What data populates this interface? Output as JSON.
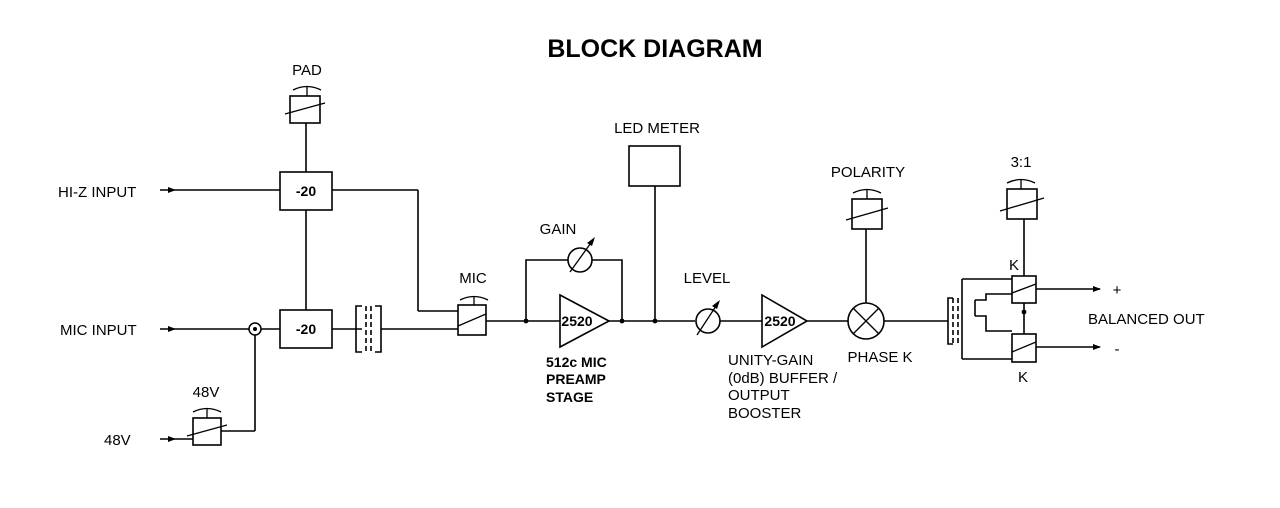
{
  "title": "BLOCK DIAGRAM",
  "inputs": {
    "hi_z": "HI-Z INPUT",
    "mic": "MIC INPUT",
    "phantom": "48V"
  },
  "switches": {
    "pad": "PAD",
    "phantom": "48V",
    "mic": "MIC",
    "polarity": "POLARITY",
    "ratio": "3:1"
  },
  "pads": {
    "hi_z_pad": "-20",
    "mic_pad": "-20"
  },
  "meter": "LED METER",
  "gain": "GAIN",
  "level": "LEVEL",
  "preamp": {
    "opamp": "2520",
    "caption": [
      "512c MIC",
      "PREAMP",
      "STAGE"
    ]
  },
  "buffer": {
    "opamp": "2520",
    "caption": [
      "UNITY-GAIN",
      "(0dB) BUFFER /",
      "OUTPUT",
      "BOOSTER"
    ]
  },
  "phase": "PHASE K",
  "relays": {
    "top": "K",
    "bottom": "K"
  },
  "output": {
    "label": "BALANCED OUT",
    "plus": "+",
    "minus": "-"
  }
}
